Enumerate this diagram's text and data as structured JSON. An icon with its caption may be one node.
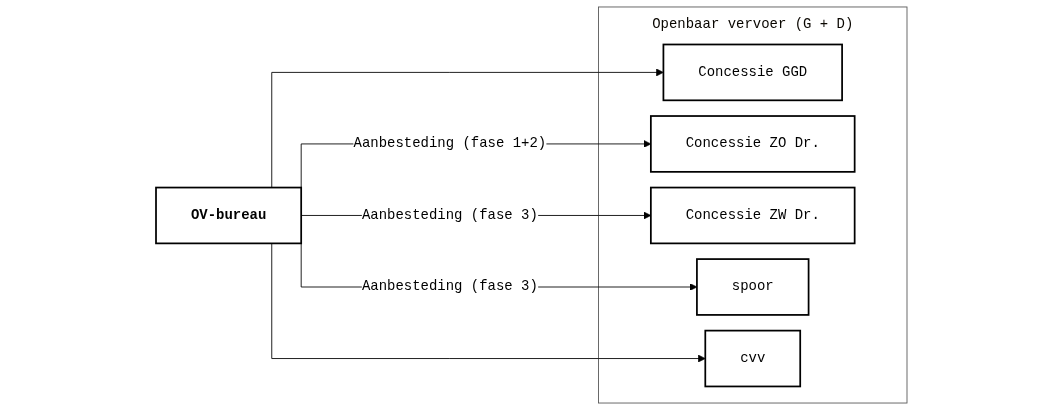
{
  "diagram": {
    "nodes": [
      {
        "text": [
          "OV-bureau"
        ]
      },
      {
        "text": [
          "Openbaar vervoer (G + D)"
        ]
      },
      {
        "text": [
          "Concessie GGD"
        ],
        "in": 1
      },
      {
        "text": [
          "Concessie ZO Dr."
        ],
        "in": 1
      },
      {
        "text": [
          "Concessie ZW Dr."
        ],
        "in": 1
      },
      {
        "text": [
          "spoor"
        ],
        "in": 1
      },
      {
        "text": [
          "cvv"
        ],
        "in": 1
      }
    ],
    "edges": [
      {
        "from": 0,
        "to": 2,
        "arrow": "to"
      },
      {
        "from": 0,
        "to": 3,
        "arrow": "to",
        "label": "Aanbesteding (fase 1+2)"
      },
      {
        "from": 0,
        "to": 4,
        "arrow": "to",
        "label": "Aanbesteding (fase 3)"
      },
      {
        "from": 0,
        "to": 5,
        "arrow": "to",
        "label": "Aanbesteding (fase 3)"
      },
      {
        "from": 0,
        "to": 6,
        "arrow": "to"
      }
    ]
  }
}
